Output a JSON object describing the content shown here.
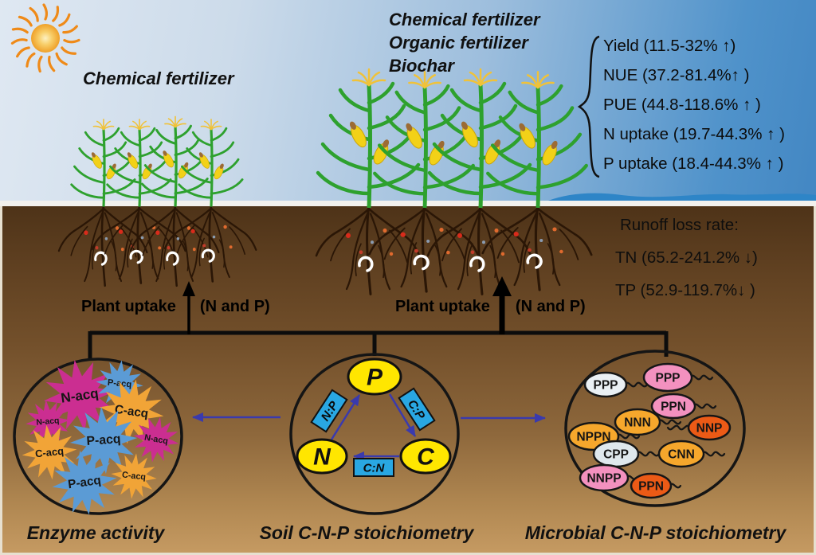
{
  "figure": {
    "left_plot_title": "Chemical fertilizer",
    "right_plot_title_lines": [
      "Chemical fertilizer",
      "Organic fertilizer",
      "Biochar"
    ]
  },
  "benefits": {
    "items": [
      "Yield (11.5-32% ↑)",
      "NUE (37.2-81.4%↑ )",
      "PUE (44.8-118.6% ↑ )",
      "N uptake (19.7-44.3% ↑ )",
      "P uptake (18.4-44.3% ↑ )"
    ]
  },
  "runoff": {
    "title": "Runoff loss rate:",
    "items": [
      "TN (65.2-241.2% ↓)",
      "TP (52.9-119.7%↓ )"
    ]
  },
  "uptake_left": {
    "text": "Plant uptake",
    "suffix": "(N and P)"
  },
  "uptake_right": {
    "text": "Plant uptake",
    "suffix": "(N and P)"
  },
  "enzyme_circle": {
    "caption": "Enzyme activity",
    "bursts": [
      {
        "label": "N-acq",
        "color": "#cb2e91"
      },
      {
        "label": "P-acq",
        "color": "#5b9bd5"
      },
      {
        "label": "C-acq",
        "color": "#f1a437"
      },
      {
        "label": "N-acq",
        "color": "#cb2e91"
      },
      {
        "label": "P-acq",
        "color": "#5b9bd5"
      },
      {
        "label": "N-acq",
        "color": "#cb2e91"
      },
      {
        "label": "C-acq",
        "color": "#f1a437"
      },
      {
        "label": "P-acq",
        "color": "#5b9bd5"
      },
      {
        "label": "C-acq",
        "color": "#f1a437"
      }
    ]
  },
  "soil_circle": {
    "caption": "Soil C-N-P stoichiometry",
    "node_color": "#ffe600",
    "ratio_box_color": "#29a7e2",
    "nodes": [
      {
        "label": "P"
      },
      {
        "label": "N"
      },
      {
        "label": "C"
      }
    ],
    "ratios": [
      {
        "label": "N:P"
      },
      {
        "label": "C:P"
      },
      {
        "label": "C:N"
      }
    ]
  },
  "microbial_circle": {
    "caption": "Microbial C-N-P stoichiometry",
    "microbes": [
      {
        "label": "PPP",
        "color": "#f391bf"
      },
      {
        "label": "PPP",
        "color": "#eaf0f4"
      },
      {
        "label": "PPN",
        "color": "#f391bf"
      },
      {
        "label": "NNN",
        "color": "#f6a72c"
      },
      {
        "label": "NNP",
        "color": "#ec5a16"
      },
      {
        "label": "NPPN",
        "color": "#f6a72c"
      },
      {
        "label": "CPP",
        "color": "#dfe8ed"
      },
      {
        "label": "CNN",
        "color": "#f6a72c"
      },
      {
        "label": "NNPP",
        "color": "#f391bf"
      },
      {
        "label": "PPN",
        "color": "#ec5a16"
      }
    ]
  }
}
